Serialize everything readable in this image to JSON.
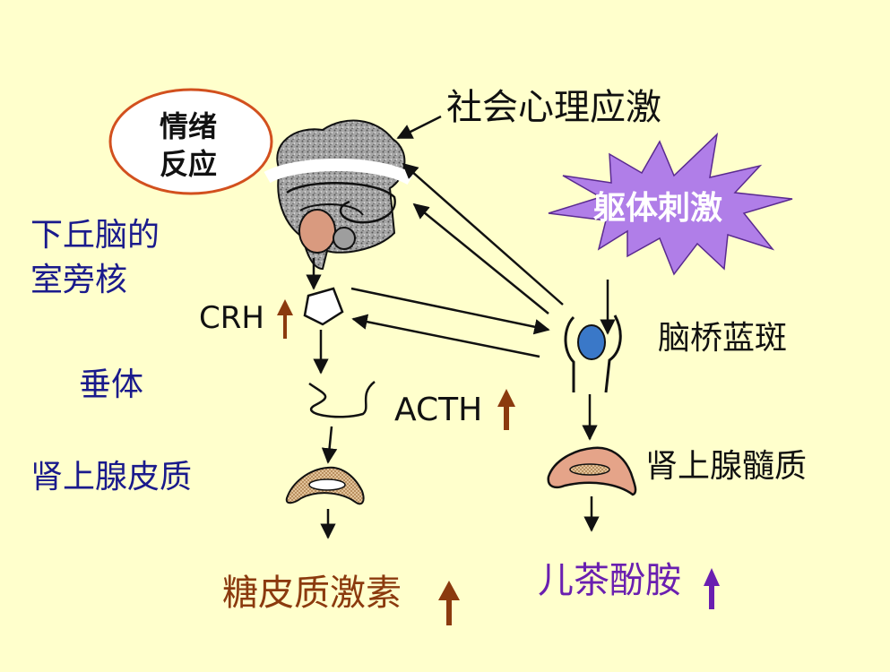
{
  "labels": {
    "emotion": "情绪\n反应",
    "psych_stress": "社会心理应激",
    "somatic_stimulus": "躯体刺激",
    "pvn": "下丘脑的\n室旁核",
    "crh": "CRH",
    "pituitary": "垂体",
    "acth": "ACTH",
    "adrenal_cortex": "肾上腺皮质",
    "locus_coeruleus": "脑桥蓝斑",
    "adrenal_medulla": "肾上腺髓质",
    "glucocorticoid": "糖皮质激素",
    "catecholamine": "儿茶酚胺"
  },
  "icons": {
    "up_arrow": "up-arrow-icon",
    "brain": "brain-icon",
    "starburst": "starburst-icon"
  },
  "colors": {
    "background": "#ffffcc",
    "blue_text": "#1a1a8c",
    "brown_text": "#8b3a0e",
    "purple_text": "#6a1fb0",
    "starburst_fill": "#b07ee8",
    "ellipse_stroke": "#d2501e",
    "brain_gray": "#9e9e9e",
    "hypothalamus": "#d99a7f",
    "locus_blue": "#3a78c8"
  }
}
